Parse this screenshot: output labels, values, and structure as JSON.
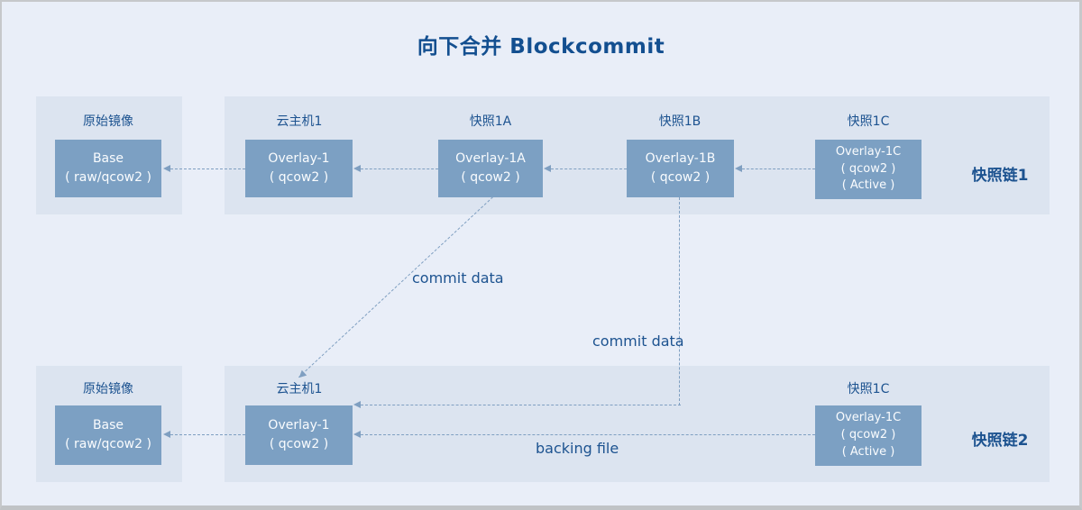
{
  "title": "向下合并 Blockcommit",
  "colors": {
    "background": "#e9eef8",
    "panel": "#dce4f0",
    "node_fill": "#7ca0c3",
    "node_text": "#fafcfe",
    "label_text": "#1d5390",
    "connector": "#7f9fc1"
  },
  "chain1": {
    "name": "快照链1",
    "origin_label": "原始镜像",
    "base_node": {
      "line1": "Base",
      "line2": "( raw/qcow2 )"
    },
    "host_label": "云主机1",
    "host_node": {
      "line1": "Overlay-1",
      "line2": "( qcow2 )"
    },
    "snap_a_label": "快照1A",
    "snap_a_node": {
      "line1": "Overlay-1A",
      "line2": "( qcow2 )"
    },
    "snap_b_label": "快照1B",
    "snap_b_node": {
      "line1": "Overlay-1B",
      "line2": "( qcow2 )"
    },
    "snap_c_label": "快照1C",
    "snap_c_node": {
      "line1": "Overlay-1C",
      "line2": "( qcow2 )",
      "line3": "( Active )"
    }
  },
  "chain2": {
    "name": "快照链2",
    "origin_label": "原始镜像",
    "base_node": {
      "line1": "Base",
      "line2": "( raw/qcow2 )"
    },
    "host_label": "云主机1",
    "host_node": {
      "line1": "Overlay-1",
      "line2": "( qcow2 )"
    },
    "snap_c_label": "快照1C",
    "snap_c_node": {
      "line1": "Overlay-1C",
      "line2": "( qcow2 )",
      "line3": "( Active )"
    }
  },
  "annotations": {
    "commit_data_a": "commit data",
    "commit_data_b": "commit data",
    "backing_file": "backing file"
  }
}
